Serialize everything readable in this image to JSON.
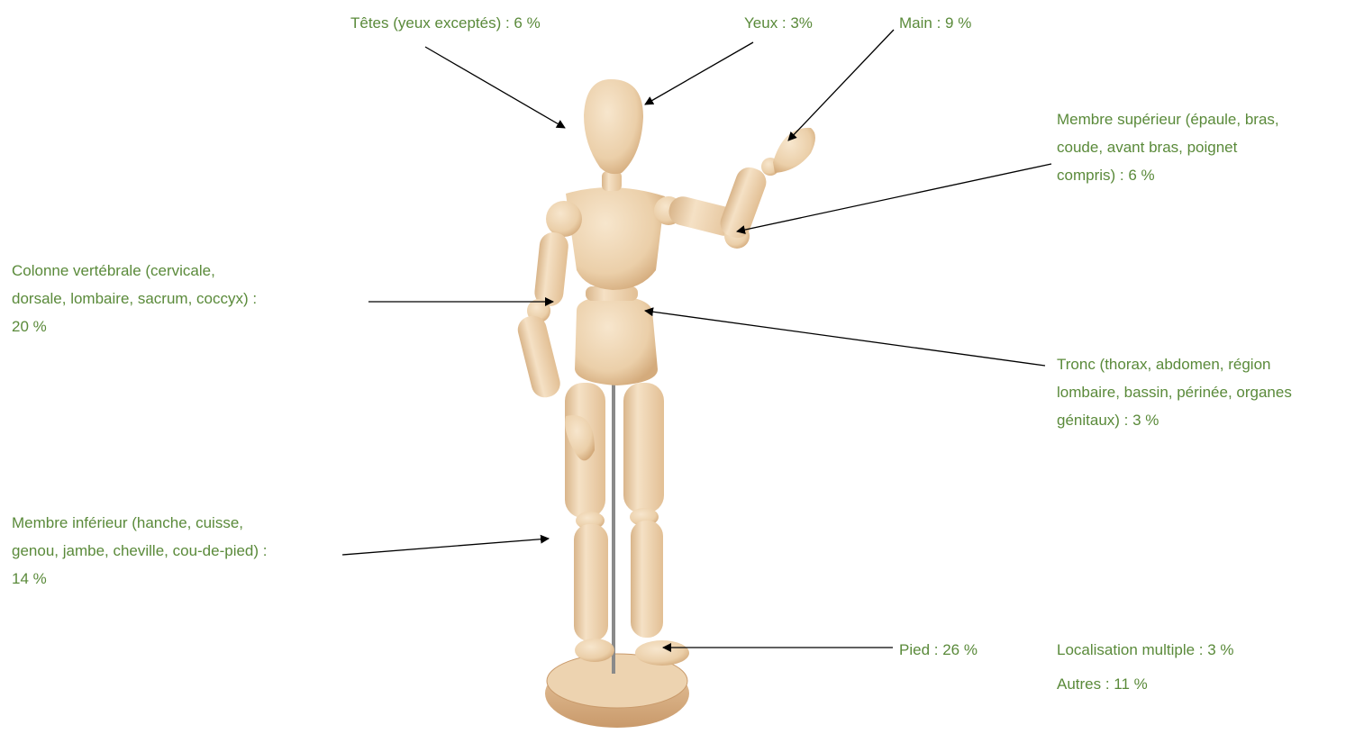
{
  "colors": {
    "label": "#5a8a3a",
    "arrow": "#000000",
    "wood_light": "#f3dcbf",
    "wood_mid": "#e9c9a1",
    "wood_dark": "#c99a6b",
    "rod": "#8a8a8a"
  },
  "labels": {
    "tetes": "Têtes (yeux exceptés) : 6 %",
    "yeux": "Yeux : 3%",
    "main": "Main : 9 %",
    "membre_superieur": [
      "Membre supérieur (épaule, bras,",
      "coude, avant bras, poignet",
      "compris) : 6 %"
    ],
    "colonne": [
      "Colonne vertébrale (cervicale,",
      "dorsale, lombaire, sacrum, coccyx) :",
      "20 %"
    ],
    "tronc": [
      "Tronc (thorax, abdomen, région",
      "lombaire, bassin, périnée, organes",
      "génitaux) : 3 %"
    ],
    "membre_inferieur": [
      "Membre inférieur (hanche, cuisse,",
      "genou, jambe, cheville, cou-de-pied) :",
      "14 %"
    ],
    "pied": "Pied : 26 %",
    "localisation_multiple": "Localisation multiple : 3 %",
    "autres": "Autres : 11 %"
  },
  "image": {
    "subject": "wooden-artist-mannequin"
  }
}
